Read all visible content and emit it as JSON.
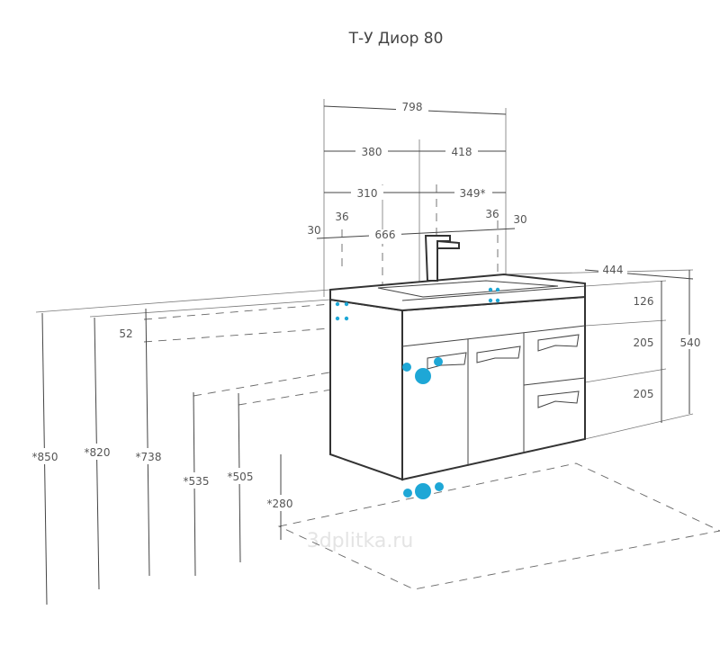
{
  "title": "Т-У Диор 80",
  "watermark": "3dplitka.ru",
  "dimensions": {
    "width_total": "798",
    "left_to_tap": "380",
    "tap_to_right": "418",
    "left_hole": "310",
    "right_hole": "349*",
    "left_edge": "30",
    "left_36": "36",
    "inner": "666",
    "right_36": "36",
    "right_edge": "30",
    "depth": "444",
    "top_panel": "126",
    "drawer_1": "205",
    "drawer_2": "205",
    "height": "540",
    "top_thickness": "52",
    "h_850": "*850",
    "h_820": "*820",
    "h_738": "*738",
    "h_535": "*535",
    "h_505": "*505",
    "h_280": "*280"
  },
  "colors": {
    "accent": "#1ea7d6",
    "line": "#444444"
  }
}
